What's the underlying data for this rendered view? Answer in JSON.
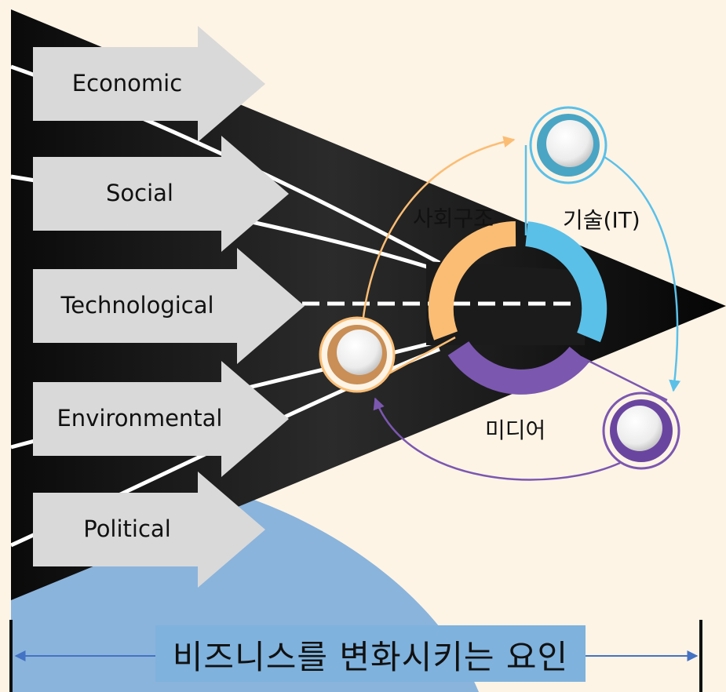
{
  "pestle_factors": [
    {
      "label": "Economic"
    },
    {
      "label": "Social"
    },
    {
      "label": "Technological"
    },
    {
      "label": "Environmental"
    },
    {
      "label": "Political"
    }
  ],
  "cycle": {
    "social_structure": "사회구조",
    "technology": "기술(IT)",
    "media": "미디어",
    "colors": {
      "social_structure": "#fbbd74",
      "technology": "#5bc0e8",
      "media": "#7b57b0"
    }
  },
  "footer": {
    "title": "비즈니스를 변화시키는 요인"
  },
  "colors": {
    "background": "#fdf4e6",
    "arrow_fill": "#d9d9d9",
    "road": "#111111",
    "accent_blue": "#8ab4dc",
    "bracket_arrow": "#4472c4"
  }
}
